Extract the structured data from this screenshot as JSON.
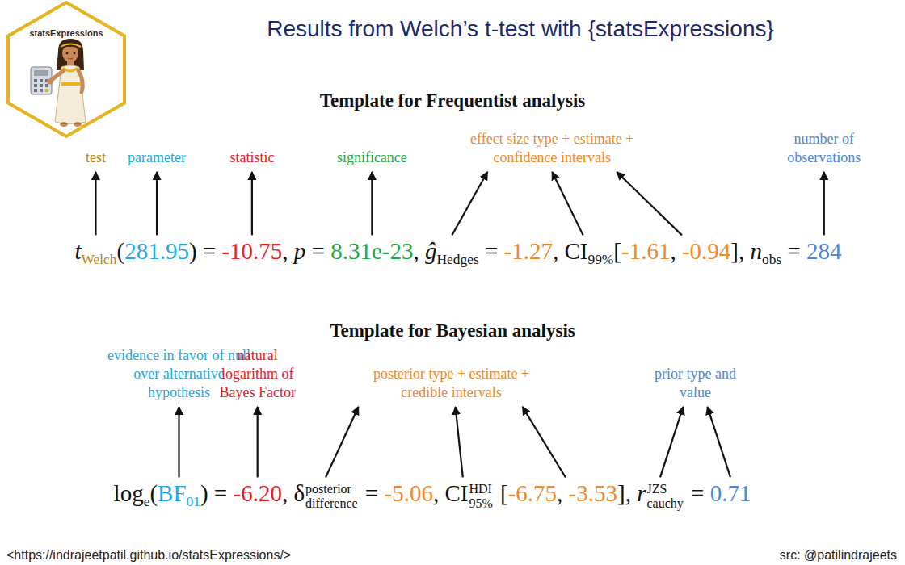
{
  "diagram": {
    "title": "Results from Welch’s t-test with {statsExpressions}",
    "caption": "<https://indrajeetpatil.github.io/statsExpressions/>",
    "nodes": [
      {
        "text": [
          "statsExpressions"
        ]
      }
    ],
    "labels": [
      "Template for Frequentist analysis",
      "test",
      "parameter",
      "statistic",
      "significance",
      "effect size type + estimate + confidence intervals",
      "number of observations",
      "t",
      "Welch",
      "(",
      "281.95",
      ") = ",
      "-10.75",
      ", ",
      "p",
      " = ",
      "8.31e-23",
      ", ",
      "ĝ",
      "Hedges",
      " = ",
      "-1.27",
      ", CI",
      "99%",
      "[",
      "-1.61",
      ", ",
      "-0.94",
      "], ",
      "n",
      "obs",
      " = ",
      "284",
      "Template for Bayesian analysis",
      "evidence in favor of null over alternative hypothesis",
      "natural logarithm of Bayes Factor",
      "posterior type + estimate + credible intervals",
      "prior type and value",
      "log",
      "e",
      "(",
      "BF",
      "01",
      ") = ",
      "-6.20",
      ", ",
      "δ",
      "posterior",
      "difference",
      " = ",
      "-5.06",
      ", CI",
      "HDI",
      "95%",
      " [",
      "-6.75",
      ", ",
      "-3.53",
      "], ",
      "r",
      "JZS",
      "cauchy",
      " = ",
      "0.71",
      "src: @patilindrajeets"
    ]
  }
}
